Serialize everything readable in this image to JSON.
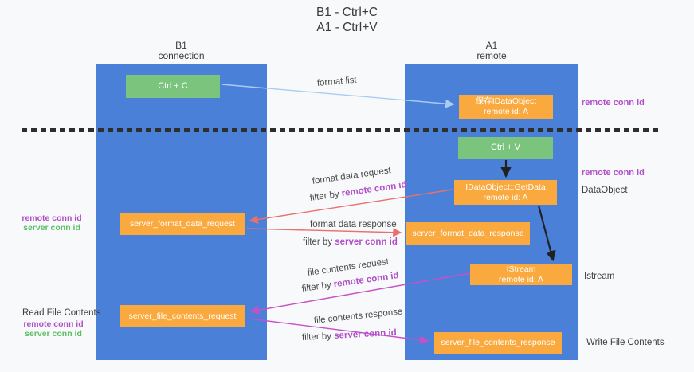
{
  "title": {
    "line1": "B1 - Ctrl+C",
    "line2": "A1 - Ctrl+V"
  },
  "columns": {
    "left": {
      "header_line1": "B1",
      "header_line2": "connection"
    },
    "right": {
      "header_line1": "A1",
      "header_line2": "remote"
    }
  },
  "nodes": {
    "ctrl_c": {
      "label": "Ctrl + C"
    },
    "save_idataobject": {
      "line1": "保存IDataObject",
      "line2": "remote id: A"
    },
    "ctrl_v": {
      "label": "Ctrl + V"
    },
    "getdata": {
      "line1": "IDataObject::GetData",
      "line2": "remote id: A"
    },
    "server_format_data_request": {
      "label": "server_format_data_request"
    },
    "server_format_data_response": {
      "label": "server_format_data_response"
    },
    "istream": {
      "line1": "IStream",
      "line2": "remote id: A"
    },
    "server_file_contents_request": {
      "label": "server_file_contents_request"
    },
    "server_file_contents_response": {
      "label": "server_file_contents_response"
    }
  },
  "arrow_labels": {
    "format_list": "format list",
    "format_data_request": "format data request",
    "format_data_response": "format data response",
    "file_contents_request": "file contents request",
    "file_contents_response": "file contents response",
    "filter_by": "filter by ",
    "remote_conn_id": "remote conn id",
    "server_conn_id": "server conn id"
  },
  "side_labels": {
    "remote_conn_id": "remote conn id",
    "server_conn_id": "server conn id",
    "dataobject": "DataObject",
    "istream": "Istream",
    "read_file_contents": "Read File Contents",
    "write_file_contents": "Write File Contents"
  },
  "colors": {
    "column_blue": "#4a80d8",
    "box_orange": "#f9a93e",
    "box_green": "#7ac47e",
    "arrow_light_blue": "#a9cdf0",
    "arrow_red": "#e8716d",
    "arrow_magenta": "#c750c8",
    "arrow_black": "#212121",
    "label_purple": "#b14fc8",
    "label_green": "#5cbf66"
  }
}
